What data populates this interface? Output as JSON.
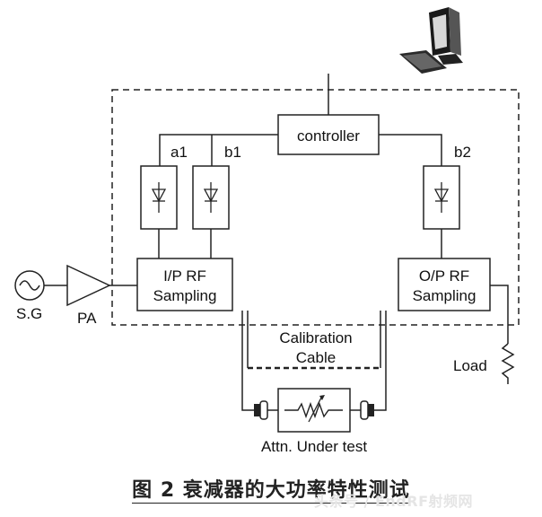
{
  "labels": {
    "controller": "controller",
    "a1": "a1",
    "b1": "b1",
    "b2": "b2",
    "ip_sampling_1": "I/P RF",
    "ip_sampling_2": "Sampling",
    "op_sampling_1": "O/P RF",
    "op_sampling_2": "Sampling",
    "sg": "S.G",
    "pa": "PA",
    "load": "Load",
    "calibration_1": "Calibration",
    "calibration_2": "Cable",
    "dut": "Attn. Under test"
  },
  "caption": "图 2 衰减器的大功率特性测试",
  "watermark": "头条号 / EndRF射频网"
}
